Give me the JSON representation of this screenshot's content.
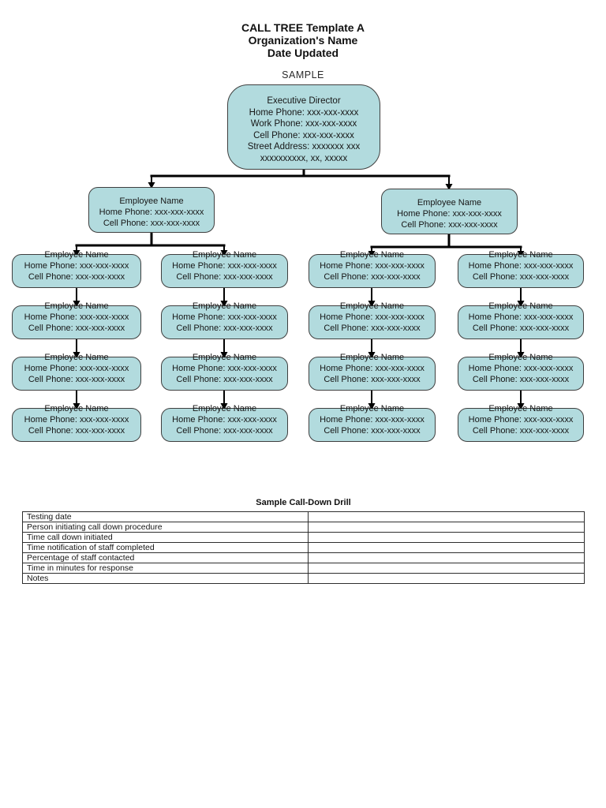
{
  "header": {
    "title_line1": "CALL TREE Template A",
    "title_line2": "Organization's Name",
    "title_line3": "Date Updated",
    "sample_label": "SAMPLE"
  },
  "tree": {
    "executive": {
      "title": "Executive Director",
      "lines": [
        "Home Phone: xxx-xxx-xxxx",
        "Work Phone: xxx-xxx-xxxx",
        "Cell Phone: xxx-xxx-xxxx",
        "Street Address: xxxxxxx xxx",
        "xxxxxxxxxx, xx, xxxxx"
      ]
    },
    "branch": {
      "title": "Employee Name",
      "lines": [
        "Home Phone: xxx-xxx-xxxx",
        "Cell Phone: xxx-xxx-xxxx"
      ]
    },
    "leaf": {
      "title": "Employee Name",
      "lines": [
        "Home Phone: xxx-xxx-xxxx",
        "Cell Phone: xxx-xxx-xxxx"
      ]
    }
  },
  "drill_table": {
    "title": "Sample Call-Down Drill",
    "rows": [
      "Testing date",
      "Person initiating call down procedure",
      "Time call down initiated",
      "Time notification of staff completed",
      "Percentage of staff contacted",
      "Time in minutes for response",
      "Notes"
    ],
    "values": [
      "",
      "",
      "",
      "",
      "",
      "",
      ""
    ]
  },
  "colors": {
    "box_fill": "#b2dbde",
    "box_border": "#3f3f3f",
    "connector": "#000000",
    "background": "#ffffff"
  }
}
